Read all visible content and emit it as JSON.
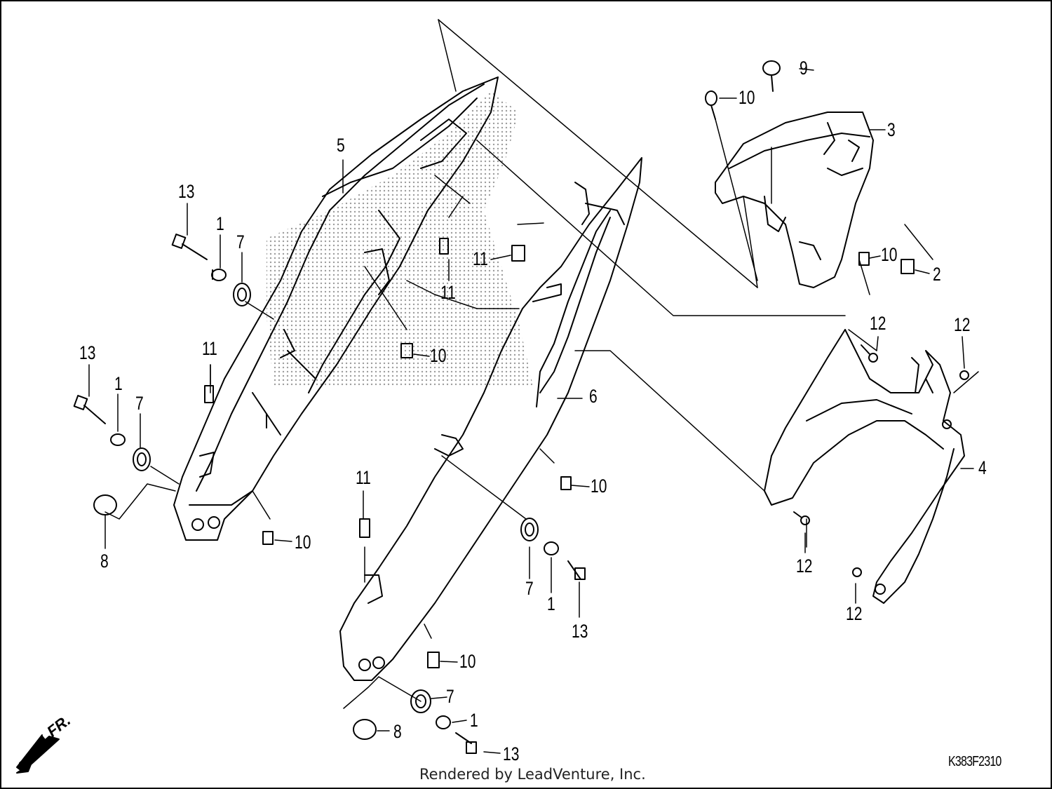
{
  "diagram": {
    "callouts": [
      {
        "id": "c5",
        "text": "5"
      },
      {
        "id": "c13a",
        "text": "13"
      },
      {
        "id": "c1a",
        "text": "1"
      },
      {
        "id": "c7a",
        "text": "7"
      },
      {
        "id": "c11a",
        "text": "11"
      },
      {
        "id": "c11b",
        "text": "11"
      },
      {
        "id": "c11c",
        "text": "11"
      },
      {
        "id": "c10a",
        "text": "10"
      },
      {
        "id": "c13b",
        "text": "13"
      },
      {
        "id": "c1b",
        "text": "1"
      },
      {
        "id": "c7b",
        "text": "7"
      },
      {
        "id": "c8a",
        "text": "8"
      },
      {
        "id": "c10b",
        "text": "10"
      },
      {
        "id": "c6",
        "text": "6"
      },
      {
        "id": "c10c",
        "text": "10"
      },
      {
        "id": "c11d",
        "text": "11"
      },
      {
        "id": "c7c",
        "text": "7"
      },
      {
        "id": "c1c",
        "text": "1"
      },
      {
        "id": "c13c",
        "text": "13"
      },
      {
        "id": "c10d",
        "text": "10"
      },
      {
        "id": "c7d",
        "text": "7"
      },
      {
        "id": "c1d",
        "text": "1"
      },
      {
        "id": "c8b",
        "text": "8"
      },
      {
        "id": "c13d",
        "text": "13"
      },
      {
        "id": "c9",
        "text": "9"
      },
      {
        "id": "c10e",
        "text": "10"
      },
      {
        "id": "c3",
        "text": "3"
      },
      {
        "id": "c10f",
        "text": "10"
      },
      {
        "id": "c2",
        "text": "2"
      },
      {
        "id": "c12a",
        "text": "12"
      },
      {
        "id": "c12b",
        "text": "12"
      },
      {
        "id": "c4",
        "text": "4"
      },
      {
        "id": "c12c",
        "text": "12"
      },
      {
        "id": "c12d",
        "text": "12"
      }
    ],
    "front_label": "FR.",
    "diagram_code": "K383F2310"
  },
  "footer": {
    "credit": "Rendered by LeadVenture, Inc."
  },
  "colors": {
    "line": "#000000",
    "dots": "#8a8a8a",
    "background": "#ffffff"
  }
}
